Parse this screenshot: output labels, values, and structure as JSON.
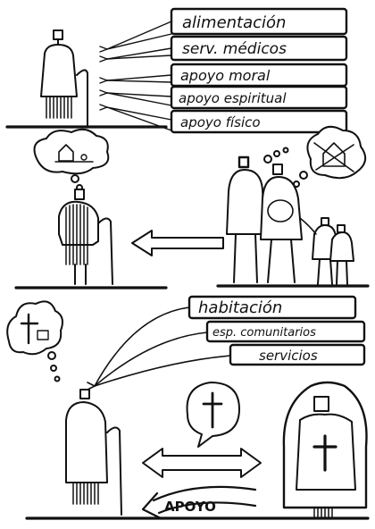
{
  "needs_labels": [
    "alimentación",
    "serv. médicos",
    "apoyo moral",
    "apoyo espiritual",
    "apoyo físico"
  ],
  "services_labels": [
    "habitación",
    "esp. comunitarios",
    "servicios"
  ],
  "apoyo_label": "APOYO",
  "colors": {
    "ink": "#111111",
    "paper": "#ffffff"
  }
}
